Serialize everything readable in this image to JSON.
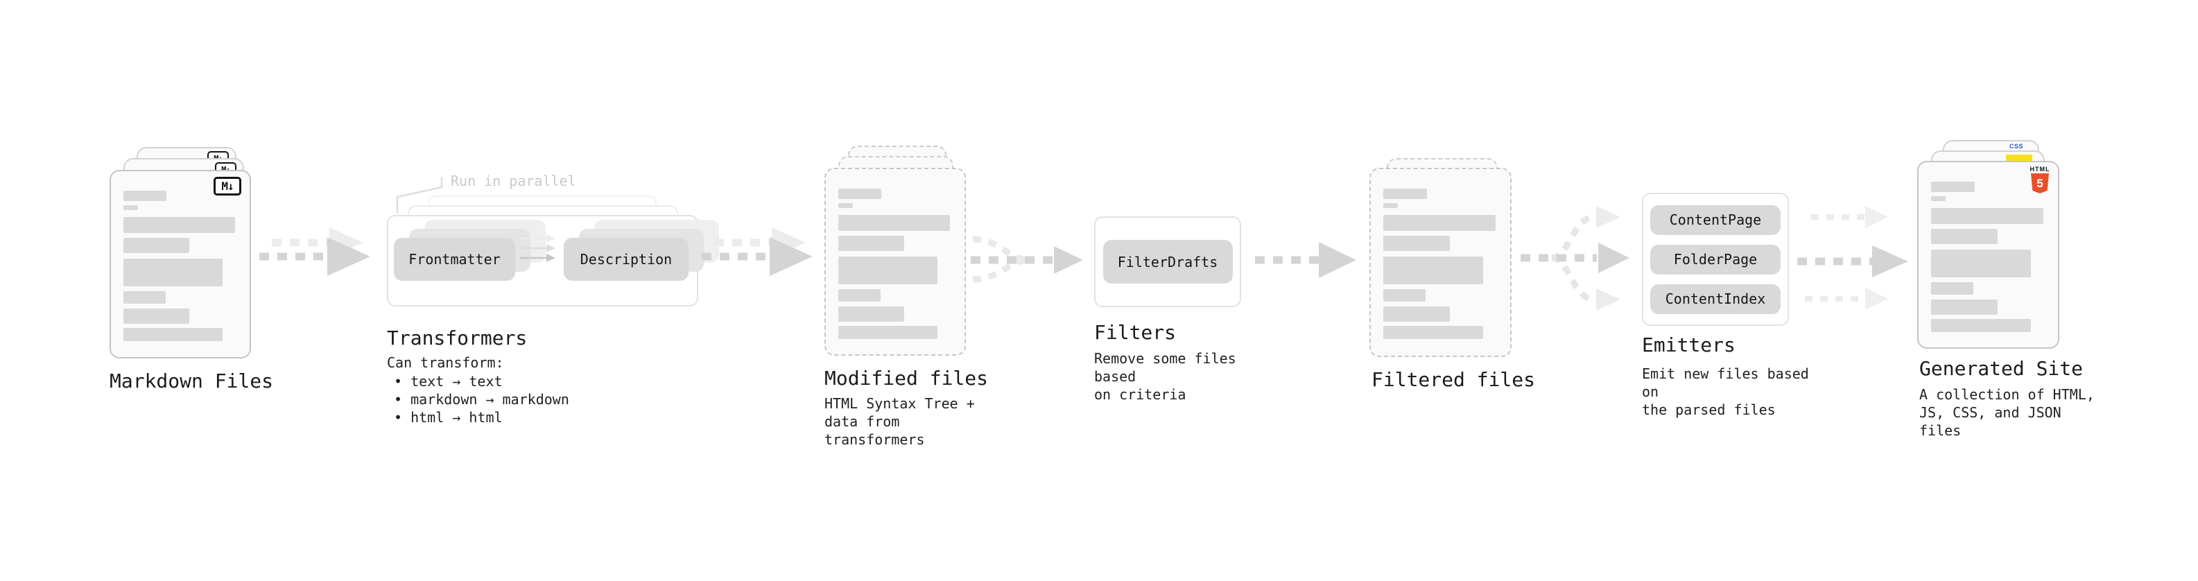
{
  "diagram_title": "static site generation pipeline",
  "stages": {
    "markdown_files": {
      "label": "Markdown Files"
    },
    "transformers": {
      "label": "Transformers",
      "callout": "Run in parallel",
      "chip_left": "Frontmatter",
      "chip_right": "Description",
      "caption_intro": "Can transform:",
      "bullets": [
        "• text → text",
        "• markdown → markdown",
        "• html → html"
      ]
    },
    "modified_files": {
      "label": "Modified files",
      "caption": "HTML Syntax Tree +\ndata from transformers"
    },
    "filters": {
      "label": "Filters",
      "chip": "FilterDrafts",
      "caption": "Remove some files based\non criteria"
    },
    "filtered_files": {
      "label": "Filtered files"
    },
    "emitters": {
      "label": "Emitters",
      "chips": [
        "ContentPage",
        "FolderPage",
        "ContentIndex"
      ],
      "caption": "Emit new files based on\nthe parsed files"
    },
    "generated_site": {
      "label": "Generated Site",
      "caption": "A collection of HTML,\nJS, CSS, and JSON files"
    }
  },
  "icons": {
    "markdown": "M↓",
    "html5_wordmark": "HTML",
    "html5_numeral": "5",
    "css_wordmark": "CSS"
  },
  "colors": {
    "background": "#ffffff",
    "card_fill": "#fafafa",
    "card_border": "#c5c5c5",
    "placeholder_bar": "#d9d9d9",
    "chip_fill": "#d9d9d9",
    "container_border": "#e2e2e2",
    "arrow_dark": "#d4d4d4",
    "arrow_light": "#ececec",
    "callout_text": "#c9c9c9",
    "text": "#1b1b1b",
    "html5_orange": "#e8502a",
    "js_yellow": "#f7df1e",
    "css_blue": "#2f6ae0"
  },
  "file_bars": [
    {
      "w": 38,
      "h": 15,
      "gap": 6
    },
    {
      "w": 13,
      "h": 7,
      "gap": 10
    },
    {
      "w": 98,
      "h": 23,
      "gap": 7
    },
    {
      "w": 58,
      "h": 22,
      "gap": 8
    },
    {
      "w": 87,
      "h": 40,
      "gap": 7
    },
    {
      "w": 37,
      "h": 18,
      "gap": 7
    },
    {
      "w": 58,
      "h": 22,
      "gap": 6
    },
    {
      "w": 87,
      "h": 19,
      "gap": 0
    }
  ]
}
